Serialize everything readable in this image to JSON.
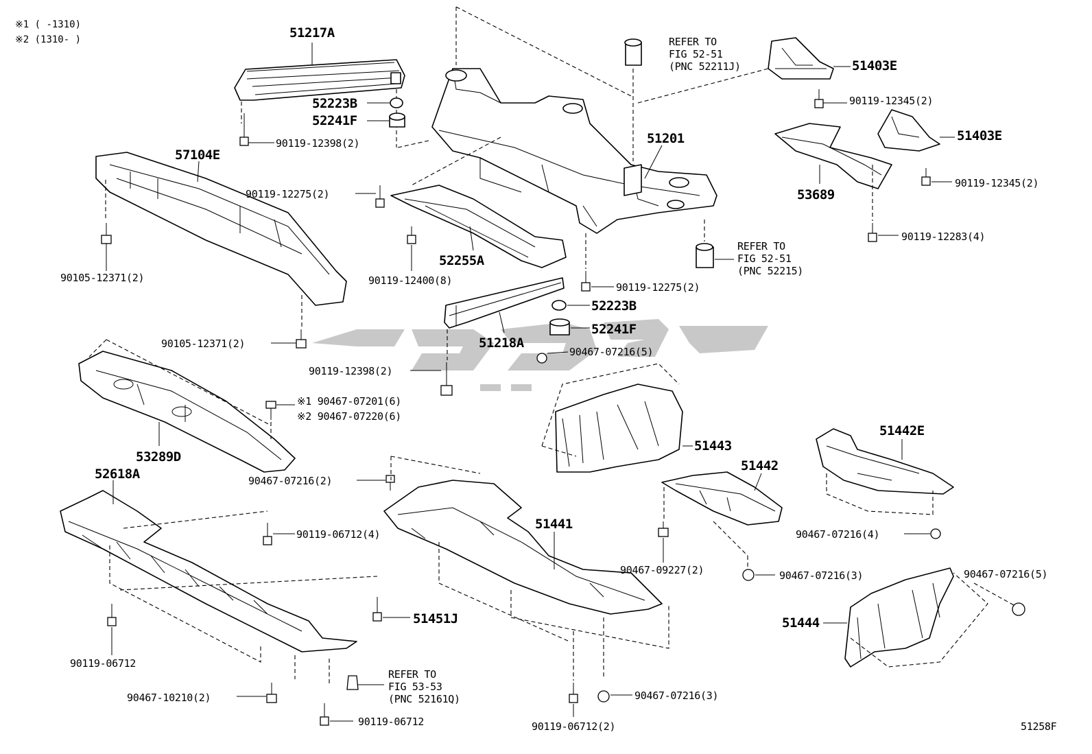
{
  "notes": {
    "n1": "※1 (     -1310)",
    "n2": "※2 (1310-     )"
  },
  "labels": {
    "p51217A": "51217A",
    "p52223B_top": "52223B",
    "p52241F_top": "52241F",
    "b90119_12398_top": "90119-12398(2)",
    "p57104E": "57104E",
    "b90119_12275_left": "90119-12275(2)",
    "b90105_12371_a": "90105-12371(2)",
    "b90105_12371_b": "90105-12371(2)",
    "p52255A": "52255A",
    "b90119_12400": "90119-12400(8)",
    "refer1_l1": "REFER TO",
    "refer1_l2": "FIG 52-51",
    "refer1_l3": "(PNC 52211J)",
    "p51201": "51201",
    "p51403E_a": "51403E",
    "b90119_12345_a": "90119-12345(2)",
    "p51403E_b": "51403E",
    "p53689": "53689",
    "b90119_12345_b": "90119-12345(2)",
    "b90119_12283": "90119-12283(4)",
    "refer2_l1": "REFER TO",
    "refer2_l2": "FIG 52-51",
    "refer2_l3": "(PNC 52215)",
    "b90119_12275_right": "90119-12275(2)",
    "p52223B_mid": "52223B",
    "p52241F_mid": "52241F",
    "p51218A": "51218A",
    "b90467_07216_5a": "90467-07216(5)",
    "b90119_12398_mid": "90119-12398(2)",
    "c90467_07201": "※1 90467-07201(6)",
    "c90467_07220": "※2 90467-07220(6)",
    "p53289D": "53289D",
    "b90467_07216_2": "90467-07216(2)",
    "p51443": "51443",
    "p51442E": "51442E",
    "p51442": "51442",
    "p52618A": "52618A",
    "b90119_06712_4": "90119-06712(4)",
    "p51441": "51441",
    "b90467_09227": "90467-09227(2)",
    "b90467_07216_4": "90467-07216(4)",
    "b90467_07216_3a": "90467-07216(3)",
    "b90467_07216_5b": "90467-07216(5)",
    "p51451J": "51451J",
    "p51444": "51444",
    "b90119_06712_a": "90119-06712",
    "b90467_10210": "90467-10210(2)",
    "refer3_l1": "REFER TO",
    "refer3_l2": "FIG 53-53",
    "refer3_l3": "(PNC 52161Q)",
    "b90467_07216_3b": "90467-07216(3)",
    "b90119_06712_b": "90119-06712",
    "b90119_06712_2": "90119-06712(2)",
    "figure_id": "51258F"
  }
}
